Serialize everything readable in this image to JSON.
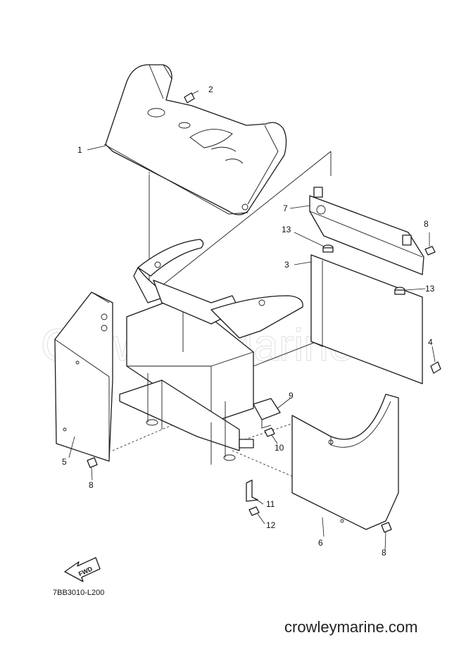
{
  "watermark": "Crowley Marine",
  "diagram_code": "7BB3010-L200",
  "website": "crowleymarine.com",
  "fwd_label": "FWD",
  "callouts": [
    {
      "id": "c1",
      "label": "1"
    },
    {
      "id": "c2",
      "label": "2"
    },
    {
      "id": "c3",
      "label": "3"
    },
    {
      "id": "c4",
      "label": "4"
    },
    {
      "id": "c5",
      "label": "5"
    },
    {
      "id": "c6",
      "label": "6"
    },
    {
      "id": "c7",
      "label": "7"
    },
    {
      "id": "c8a",
      "label": "8"
    },
    {
      "id": "c8b",
      "label": "8"
    },
    {
      "id": "c8c",
      "label": "8"
    },
    {
      "id": "c9",
      "label": "9"
    },
    {
      "id": "c10",
      "label": "10"
    },
    {
      "id": "c11",
      "label": "11"
    },
    {
      "id": "c12",
      "label": "12"
    },
    {
      "id": "c13a",
      "label": "13"
    },
    {
      "id": "c13b",
      "label": "13"
    }
  ]
}
